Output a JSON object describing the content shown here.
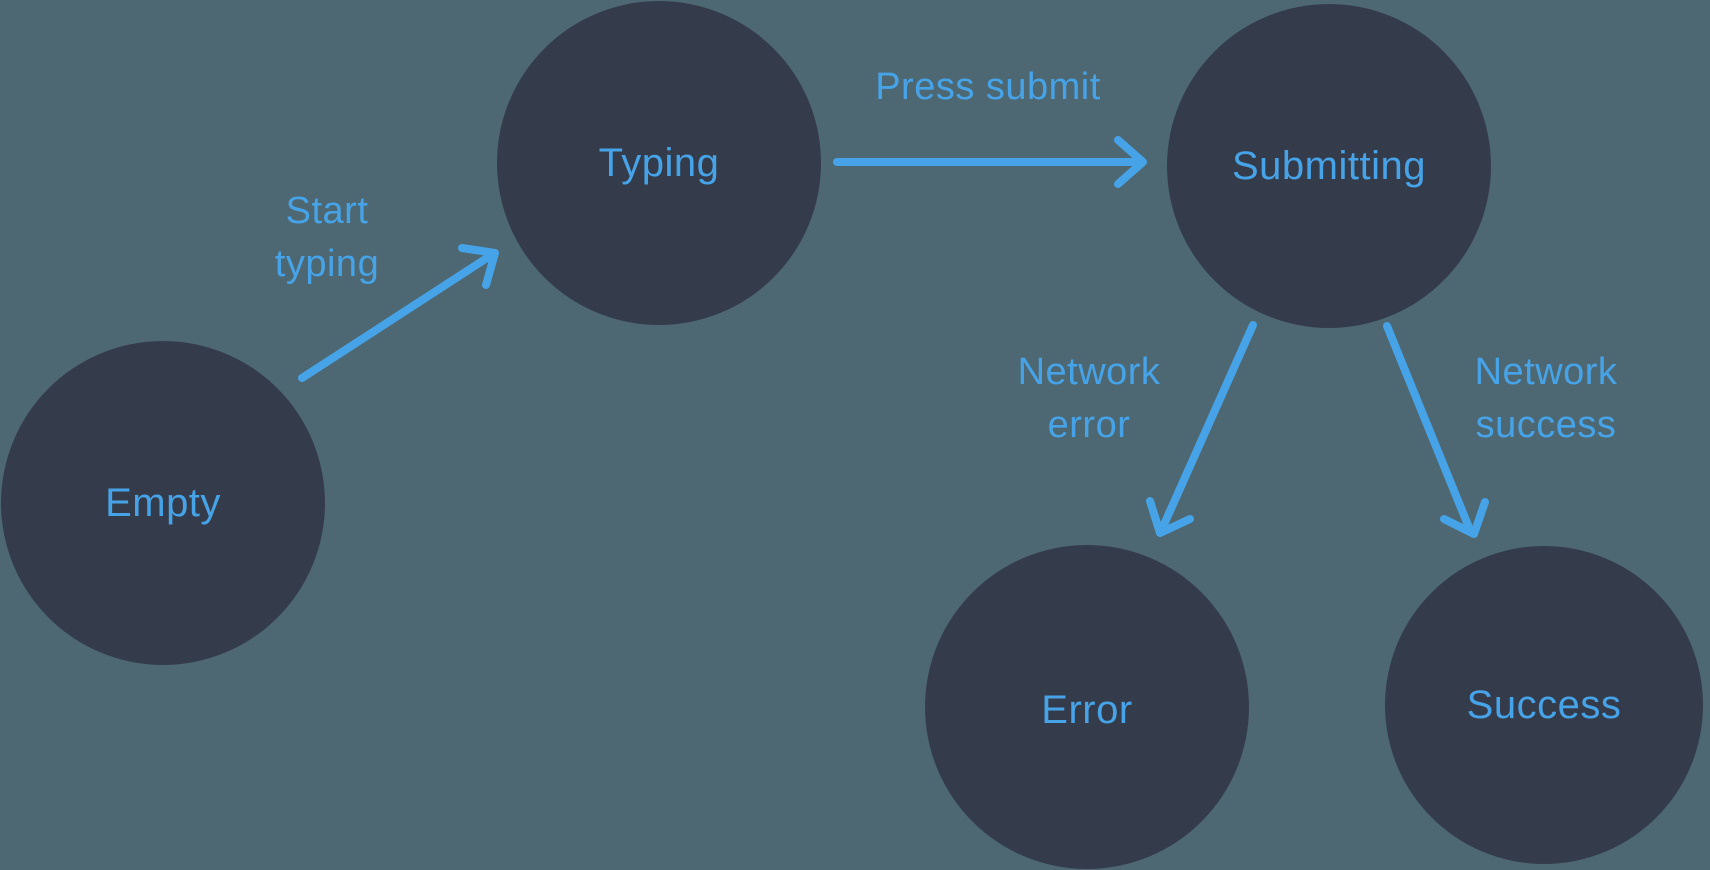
{
  "diagram": {
    "type": "state-machine",
    "colors": {
      "background": "#4d6872",
      "node_fill": "#343c4b",
      "accent_blue": "#47a3e8"
    },
    "nodes": [
      {
        "id": "empty",
        "label": "Empty"
      },
      {
        "id": "typing",
        "label": "Typing"
      },
      {
        "id": "submitting",
        "label": "Submitting"
      },
      {
        "id": "error",
        "label": "Error"
      },
      {
        "id": "success",
        "label": "Success"
      }
    ],
    "edges": [
      {
        "id": "start-typing",
        "label": "Start typing",
        "from": "empty",
        "to": "typing"
      },
      {
        "id": "press-submit",
        "label": "Press submit",
        "from": "typing",
        "to": "submitting"
      },
      {
        "id": "network-error",
        "label": "Network error",
        "from": "submitting",
        "to": "error"
      },
      {
        "id": "network-success",
        "label": "Network success",
        "from": "submitting",
        "to": "success"
      }
    ]
  }
}
